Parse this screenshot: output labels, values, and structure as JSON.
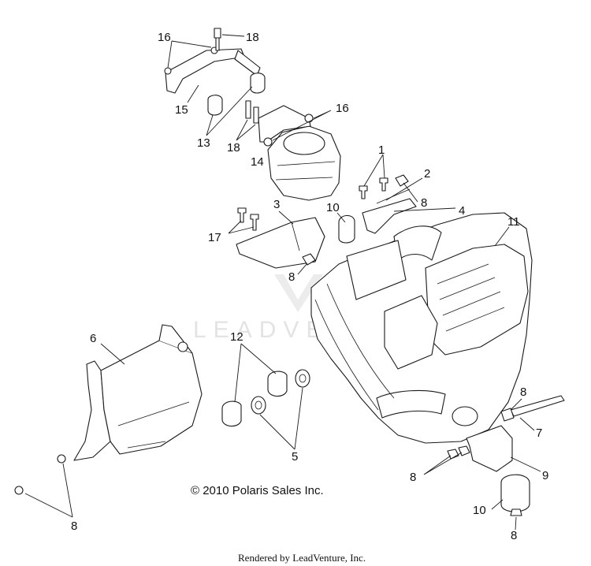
{
  "diagram": {
    "callouts": {
      "c1": "1",
      "c2": "2",
      "c3": "3",
      "c4": "4",
      "c5": "5",
      "c6": "6",
      "c7": "7",
      "c8a": "8",
      "c8b": "8",
      "c8c": "8",
      "c8d": "8",
      "c8e": "8",
      "c8f": "8",
      "c9": "9",
      "c10a": "10",
      "c10b": "10",
      "c11": "11",
      "c12": "12",
      "c13": "13",
      "c14": "14",
      "c15": "15",
      "c16a": "16",
      "c16b": "16",
      "c17": "17",
      "c18a": "18",
      "c18b": "18"
    },
    "copyright": "© 2010 Polaris Sales Inc.",
    "rendered_by": "Rendered by LeadVenture, Inc.",
    "watermark": "LEADVENTURE"
  }
}
